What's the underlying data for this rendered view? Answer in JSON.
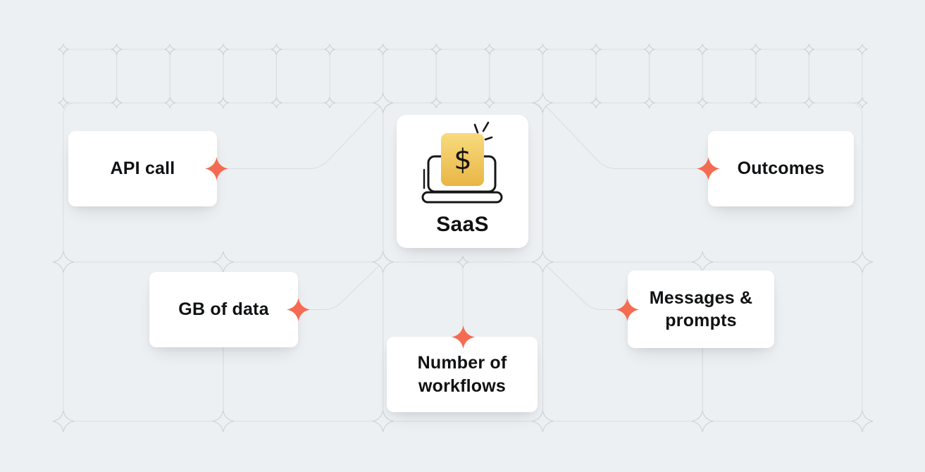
{
  "diagram": {
    "title_context": "usage-based pricing diagram",
    "center_node": {
      "id": "saas",
      "label": "SaaS",
      "icon": "laptop-dollar-card-icon",
      "currency_symbol": "$"
    },
    "nodes": [
      {
        "id": "api-call",
        "label": "API call"
      },
      {
        "id": "outcomes",
        "label": "Outcomes"
      },
      {
        "id": "gb-of-data",
        "label": "GB of data"
      },
      {
        "id": "messages-prompts",
        "label": "Messages & prompts"
      },
      {
        "id": "number-of-workflows",
        "label": "Number of workflows"
      }
    ],
    "edges": [
      {
        "from": "api-call",
        "to": "saas"
      },
      {
        "from": "outcomes",
        "to": "saas"
      },
      {
        "from": "gb-of-data",
        "to": "saas"
      },
      {
        "from": "messages-prompts",
        "to": "saas"
      },
      {
        "from": "number-of-workflows",
        "to": "saas"
      }
    ],
    "colors": {
      "background": "#edf0f2",
      "grid_line": "#d9dde2",
      "grid_star_stroke": "#c9cfd6",
      "accent_sparkle": "#f56b52",
      "card_background": "#ffffff",
      "text": "#0f1113",
      "gold_top": "#f8da7e",
      "gold_bottom": "#e9b646",
      "icon_stroke": "#161616"
    }
  }
}
